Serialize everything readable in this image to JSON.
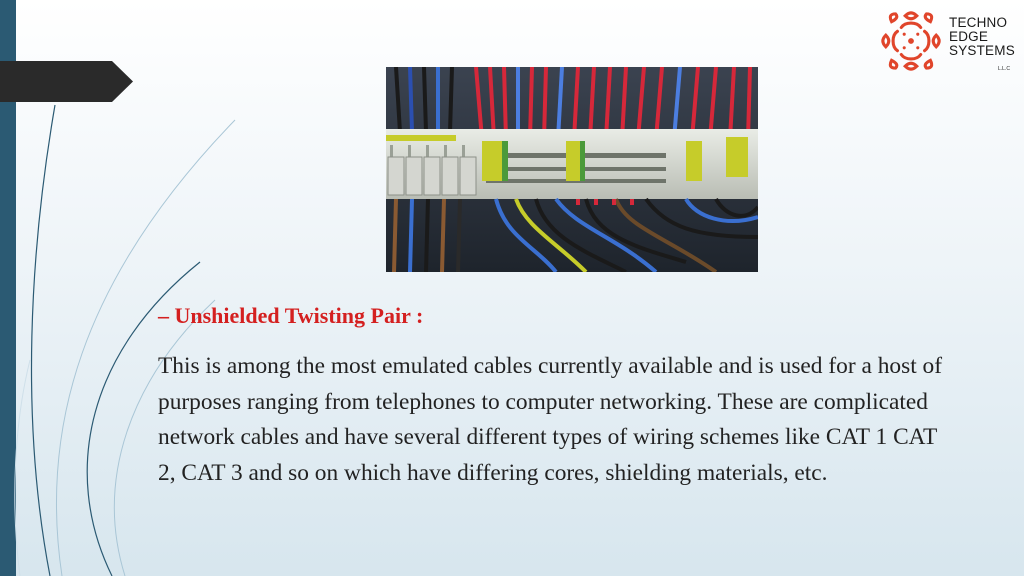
{
  "logo": {
    "line1": "TECHNO",
    "line2": "EDGE",
    "line3": "SYSTEMS",
    "suffix": "L.L.C",
    "brand_color": "#e0452b"
  },
  "photo": {
    "icon": "network-cables-terminal-block-photo"
  },
  "slide": {
    "heading": "– Unshielded Twisting Pair :",
    "body": "This is among the most emulated cables currently available and is used for a host of purposes ranging from telephones to computer networking. These are complicated network cables and have several different types of wiring schemes like CAT 1 CAT 2, CAT 3 and so on which have differing cores, shielding materials, etc."
  },
  "colors": {
    "heading": "#d42020",
    "body_text": "#222222",
    "left_bar": "#2b5a73",
    "arrow_tab": "#2a2a2a"
  }
}
